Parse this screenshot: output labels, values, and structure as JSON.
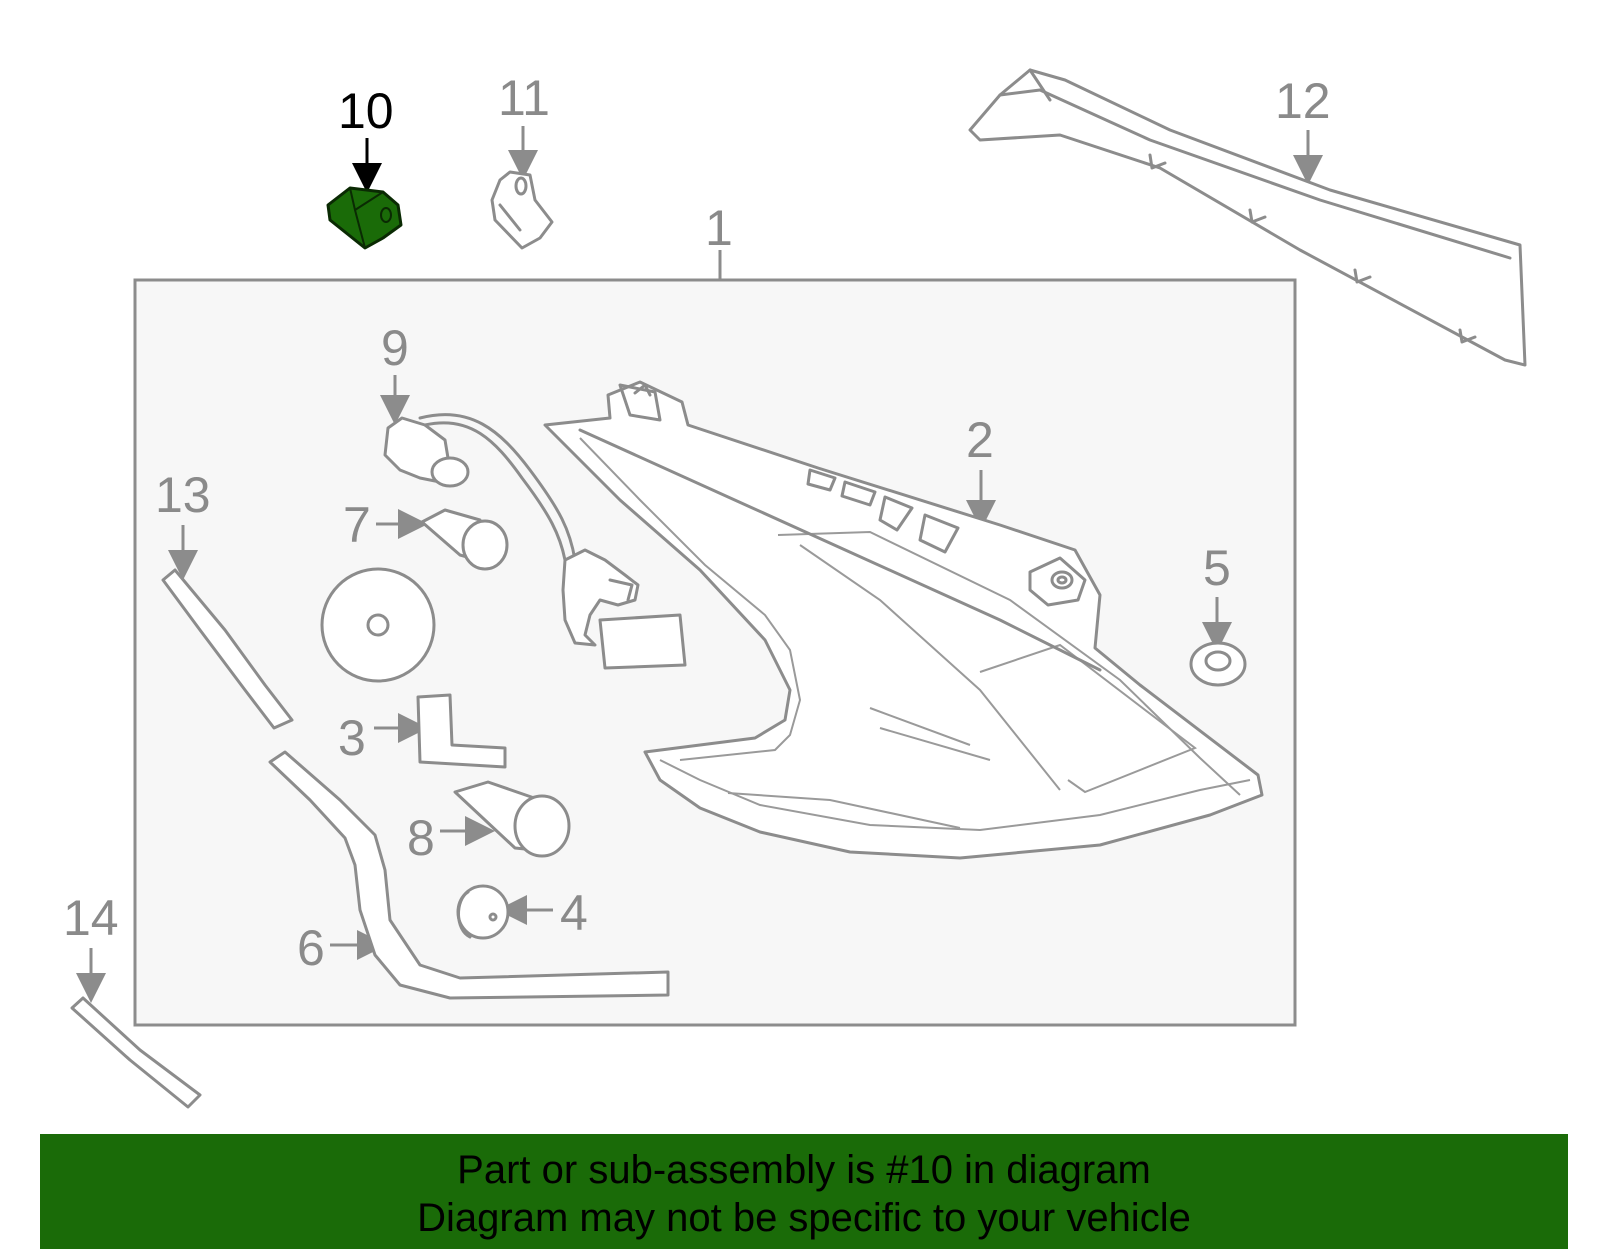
{
  "diagram": {
    "callouts": {
      "c1": "1",
      "c2": "2",
      "c3": "3",
      "c4": "4",
      "c5": "5",
      "c6": "6",
      "c7": "7",
      "c8": "8",
      "c9": "9",
      "c10": "10",
      "c11": "11",
      "c12": "12",
      "c13": "13",
      "c14": "14"
    },
    "highlighted_part": "10",
    "colors": {
      "highlight": "#1a6b08",
      "line": "#8c8c8c",
      "assembly_box_bg": "#f7f7f7"
    }
  },
  "banner": {
    "line1": "Part or sub-assembly is #10 in diagram",
    "line2": "Diagram may not be specific to your vehicle"
  }
}
